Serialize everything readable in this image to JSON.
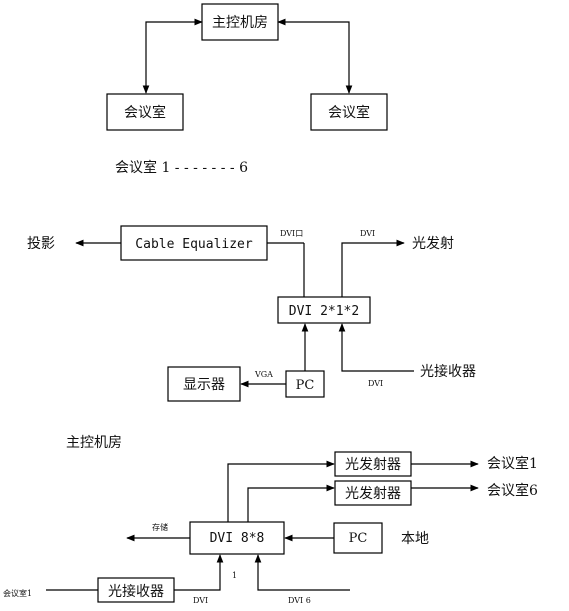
{
  "section1": {
    "control_room": "主控机房",
    "room_left": "会议室",
    "room_right": "会议室",
    "range_caption": "会议室 1 - - - - - - - 6"
  },
  "section2": {
    "projection": "投影",
    "cable_equalizer": "Cable Equalizer",
    "dvi_port": "DVI口",
    "dvi_out": "DVI",
    "optical_tx": "光发射",
    "dvi_switch": "DVI 2*1*2",
    "display": "显示器",
    "vga": "VGA",
    "pc": "PC",
    "dvi_in": "DVI",
    "optical_rx": "光接收器"
  },
  "section3": {
    "title": "主控机房",
    "tx1": "光发射器",
    "tx2": "光发射器",
    "room1": "会议室1",
    "room6": "会议室6",
    "storage": "存储",
    "matrix": "DVI 8*8",
    "pc": "PC",
    "local": "本地",
    "source_room": "会议室1",
    "rx": "光接收器",
    "dvi1": "DVI",
    "one": "1",
    "dvi6": "DVI 6"
  }
}
